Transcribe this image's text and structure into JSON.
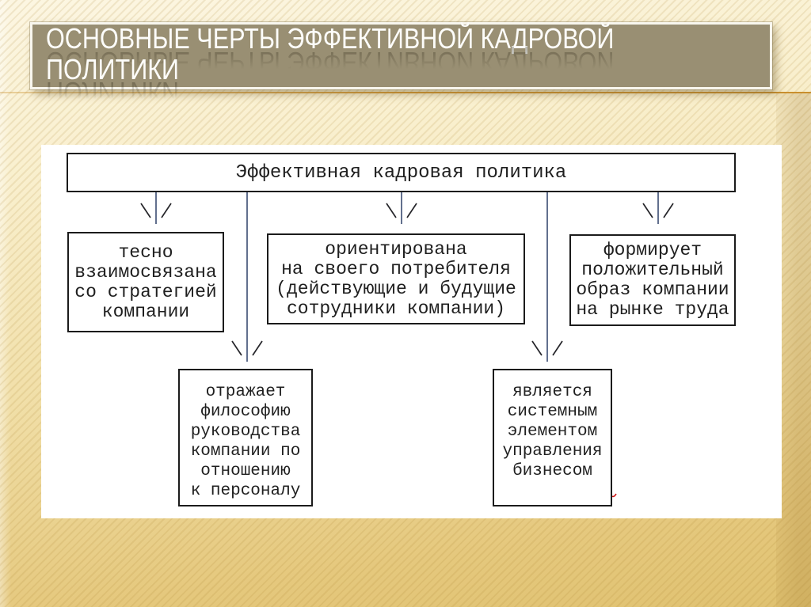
{
  "slide": {
    "title_line1": "ОСНОВНЫЕ ЧЕРТЫ ЭФФЕКТИВНОЙ КАДРОВОЙ",
    "title_line2": "ПОЛИТИКИ"
  },
  "diagram": {
    "root": {
      "text": "Эффективная кадровая политика"
    },
    "nodes": [
      {
        "id": "strategy",
        "text": "тесно\nвзаимосвязана\nсо стратегией\nкомпании"
      },
      {
        "id": "consumer",
        "text": "ориентирована\nна своего потребителя\n(действующие и будущие\nсотрудники компании)"
      },
      {
        "id": "employer-image",
        "text": "формирует\nположительный\nобраз компании\nна рынке труда"
      },
      {
        "id": "philosophy",
        "text": "отражает\nфилософию\nруководства\nкомпании по\nотношению\nк персоналу"
      },
      {
        "id": "system-element",
        "text": "является\nсистемным\nэлементом\nуправления\nбизнесом"
      }
    ]
  },
  "colors": {
    "title_bar_fill": "#998f73",
    "title_text": "#fdfdfa",
    "accent_line": "#d99a33",
    "background_top": "#fcf6e2",
    "background_bottom": "#e0c271",
    "panel_background": "#ffffff",
    "box_border": "#1b1b1b",
    "diagram_text": "#1f1f1f",
    "connector_line": "#47567a",
    "arrowhead": "#25252a",
    "squiggle_red": "#cc1111"
  }
}
